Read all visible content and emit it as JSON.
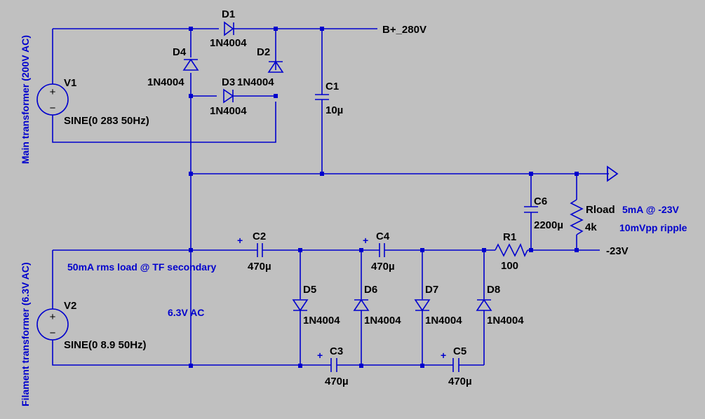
{
  "colors": {
    "background": "#c0c0c0",
    "wire": "#0000cd",
    "label": "#000000",
    "comment": "#0000cd"
  },
  "transformers": {
    "main_label": "Main transformer (200V AC)",
    "filament_label": "Filament transformer (6.3V AC)"
  },
  "sources": {
    "v1": {
      "name": "V1",
      "value": "SINE(0 283 50Hz)"
    },
    "v2": {
      "name": "V2",
      "value": "SINE(0 8.9 50Hz)"
    }
  },
  "diodes": {
    "d1": {
      "name": "D1",
      "part": "1N4004"
    },
    "d2": {
      "name": "D2",
      "part": "1N4004"
    },
    "d3": {
      "name": "D3",
      "part": "1N4004"
    },
    "d4": {
      "name": "D4",
      "part": "1N4004"
    },
    "d5": {
      "name": "D5",
      "part": "1N4004"
    },
    "d6": {
      "name": "D6",
      "part": "1N4004"
    },
    "d7": {
      "name": "D7",
      "part": "1N4004"
    },
    "d8": {
      "name": "D8",
      "part": "1N4004"
    }
  },
  "capacitors": {
    "c1": {
      "name": "C1",
      "value": "10µ"
    },
    "c2": {
      "name": "C2",
      "value": "470µ"
    },
    "c3": {
      "name": "C3",
      "value": "470µ"
    },
    "c4": {
      "name": "C4",
      "value": "470µ"
    },
    "c5": {
      "name": "C5",
      "value": "470µ"
    },
    "c6": {
      "name": "C6",
      "value": "2200µ"
    }
  },
  "resistors": {
    "r1": {
      "name": "R1",
      "value": "100"
    },
    "rload": {
      "name": "Rload",
      "value": "4k"
    }
  },
  "nets": {
    "bplus": "B+_280V",
    "minus23": "-23V"
  },
  "polarity_mark": "+",
  "source_signs": {
    "plus": "+",
    "minus": "−"
  },
  "comments": {
    "load": "5mA @ -23V",
    "ripple": "10mVpp ripple",
    "tf_load": "50mA rms load @ TF secondary",
    "ac": "6.3V AC"
  }
}
